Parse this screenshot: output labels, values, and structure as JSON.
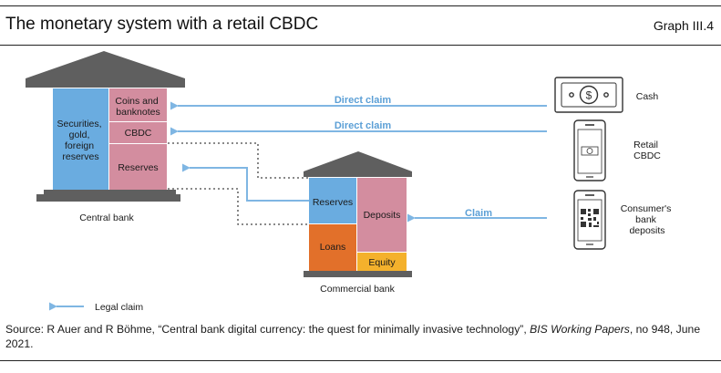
{
  "header": {
    "title": "The monetary system with a retail CBDC",
    "graph_number": "Graph III.4"
  },
  "central_bank": {
    "label": "Central bank",
    "assets": [
      "Securities,",
      "gold,",
      "foreign",
      "reserves"
    ],
    "coins": [
      "Coins and",
      "banknotes"
    ],
    "cbdc": "CBDC",
    "reserves": "Reserves"
  },
  "commercial_bank": {
    "label": "Commercial bank",
    "reserves": "Reserves",
    "deposits": "Deposits",
    "loans": "Loans",
    "equity": "Equity"
  },
  "arrows": {
    "direct_claim_1": "Direct claim",
    "direct_claim_2": "Direct claim",
    "claim": "Claim"
  },
  "holdings": {
    "cash": "Cash",
    "retail_cbdc": [
      "Retail",
      "CBDC"
    ],
    "consumer_deposits": [
      "Consumer's",
      "bank",
      "deposits"
    ]
  },
  "legend": {
    "label": "Legal claim"
  },
  "source": {
    "prefix": "Source: R Auer and R Böhme, “Central bank digital currency: the quest for minimally invasive technology”, ",
    "journal": "BIS Working Papers",
    "suffix": ", no 948, June 2021."
  },
  "colors": {
    "blue": "#6aace0",
    "pink": "#d38d9f",
    "orange": "#e2702a",
    "yellow": "#f4b12c",
    "roof": "#5f5f5f",
    "arrow": "#7fb6e3",
    "arrow_text": "#5b9fd6"
  }
}
